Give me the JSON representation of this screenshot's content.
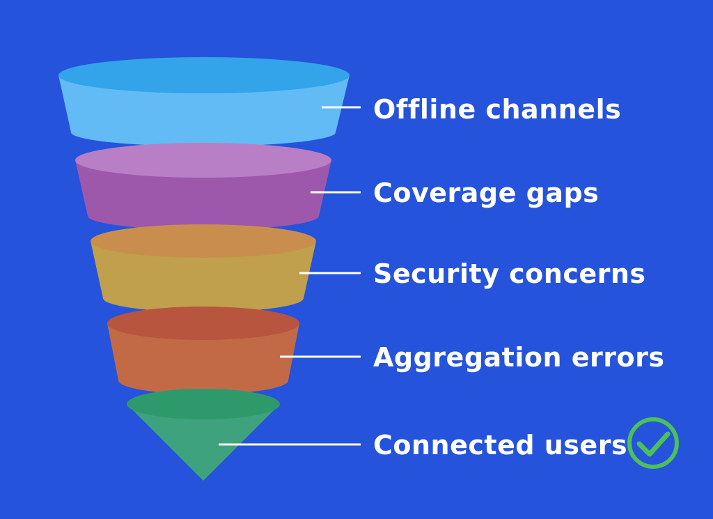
{
  "colors": {
    "background": "#2553DB",
    "text": "#FFFFFF",
    "connector": "#FFFFFF",
    "check": "#4CC05A"
  },
  "stages": [
    {
      "label": "Offline channels",
      "top": "#33A3EA",
      "body": "#62BBF4",
      "icon": ""
    },
    {
      "label": "Coverage gaps",
      "top": "#B87FC6",
      "body": "#9D58AC",
      "icon": ""
    },
    {
      "label": "Security concerns",
      "top": "#C98E4E",
      "body": "#C0A04C",
      "icon": ""
    },
    {
      "label": "Aggregation errors",
      "top": "#B7553F",
      "body": "#C26A46",
      "icon": ""
    },
    {
      "label": "Connected users",
      "top": "#2E9A6C",
      "body": "#3FA27E",
      "icon": "check-circle-icon"
    }
  ]
}
